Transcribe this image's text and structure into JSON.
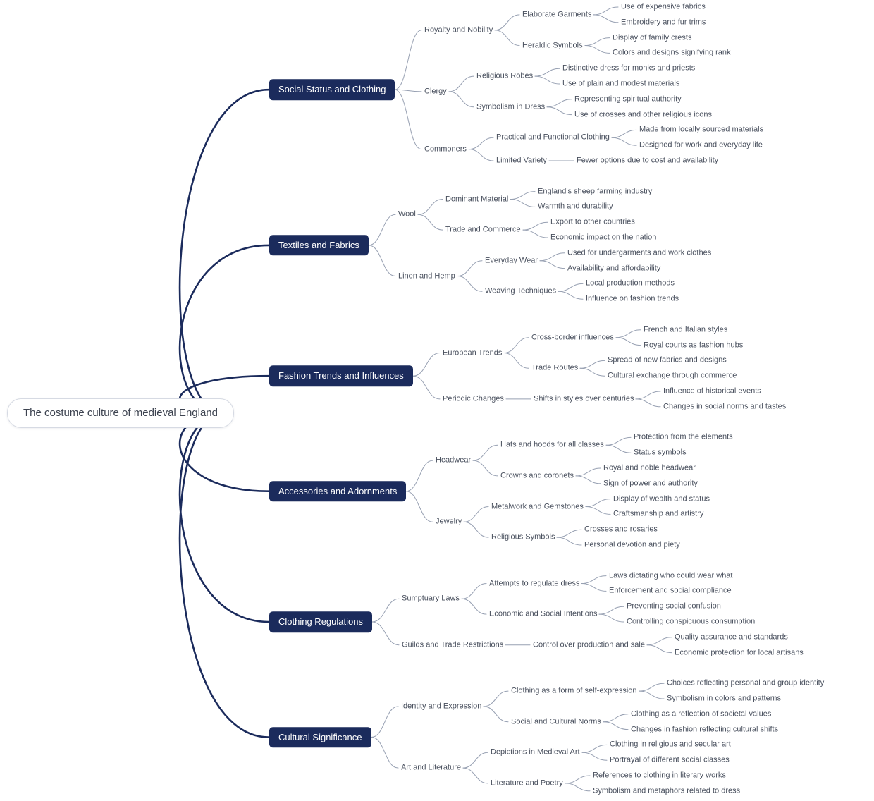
{
  "colors": {
    "background": "#ffffff",
    "branch_bg": "#1b2b5c",
    "branch_text": "#ffffff",
    "root_bg": "#ffffff",
    "root_border": "#d6dae3",
    "root_text": "#3d4350",
    "topic_text": "#49505e",
    "root_link": "#1b2b5c",
    "link": "#97a0b2"
  },
  "root": {
    "label": "The costume culture of medieval England",
    "children": [
      {
        "label": "Social Status and Clothing",
        "children": [
          {
            "label": "Royalty and Nobility",
            "children": [
              {
                "label": "Elaborate Garments",
                "children": [
                  {
                    "label": "Use of expensive fabrics"
                  },
                  {
                    "label": "Embroidery and fur trims"
                  }
                ]
              },
              {
                "label": "Heraldic Symbols",
                "children": [
                  {
                    "label": "Display of family crests"
                  },
                  {
                    "label": "Colors and designs signifying rank"
                  }
                ]
              }
            ]
          },
          {
            "label": "Clergy",
            "children": [
              {
                "label": "Religious Robes",
                "children": [
                  {
                    "label": "Distinctive dress for monks and priests"
                  },
                  {
                    "label": "Use of plain and modest materials"
                  }
                ]
              },
              {
                "label": "Symbolism in Dress",
                "children": [
                  {
                    "label": "Representing spiritual authority"
                  },
                  {
                    "label": "Use of crosses and other religious icons"
                  }
                ]
              }
            ]
          },
          {
            "label": "Commoners",
            "children": [
              {
                "label": "Practical and Functional Clothing",
                "children": [
                  {
                    "label": "Made from locally sourced materials"
                  },
                  {
                    "label": "Designed for work and everyday life"
                  }
                ]
              },
              {
                "label": "Limited Variety",
                "children": [
                  {
                    "label": "Fewer options due to cost and availability"
                  }
                ]
              }
            ]
          }
        ]
      },
      {
        "label": "Textiles and Fabrics",
        "children": [
          {
            "label": "Wool",
            "children": [
              {
                "label": "Dominant Material",
                "children": [
                  {
                    "label": "England's sheep farming industry"
                  },
                  {
                    "label": "Warmth and durability"
                  }
                ]
              },
              {
                "label": "Trade and Commerce",
                "children": [
                  {
                    "label": "Export to other countries"
                  },
                  {
                    "label": "Economic impact on the nation"
                  }
                ]
              }
            ]
          },
          {
            "label": "Linen and Hemp",
            "children": [
              {
                "label": "Everyday Wear",
                "children": [
                  {
                    "label": "Used for undergarments and work clothes"
                  },
                  {
                    "label": "Availability and affordability"
                  }
                ]
              },
              {
                "label": "Weaving Techniques",
                "children": [
                  {
                    "label": "Local production methods"
                  },
                  {
                    "label": "Influence on fashion trends"
                  }
                ]
              }
            ]
          }
        ]
      },
      {
        "label": "Fashion Trends and Influences",
        "children": [
          {
            "label": "European Trends",
            "children": [
              {
                "label": "Cross-border influences",
                "children": [
                  {
                    "label": "French and Italian styles"
                  },
                  {
                    "label": "Royal courts as fashion hubs"
                  }
                ]
              },
              {
                "label": "Trade Routes",
                "children": [
                  {
                    "label": "Spread of new fabrics and designs"
                  },
                  {
                    "label": "Cultural exchange through commerce"
                  }
                ]
              }
            ]
          },
          {
            "label": "Periodic Changes",
            "children": [
              {
                "label": "Shifts in styles over centuries",
                "children": [
                  {
                    "label": "Influence of historical events"
                  },
                  {
                    "label": "Changes in social norms and tastes"
                  }
                ]
              }
            ]
          }
        ]
      },
      {
        "label": "Accessories and Adornments",
        "children": [
          {
            "label": "Headwear",
            "children": [
              {
                "label": "Hats and hoods for all classes",
                "children": [
                  {
                    "label": "Protection from the elements"
                  },
                  {
                    "label": "Status symbols"
                  }
                ]
              },
              {
                "label": "Crowns and coronets",
                "children": [
                  {
                    "label": "Royal and noble headwear"
                  },
                  {
                    "label": "Sign of power and authority"
                  }
                ]
              }
            ]
          },
          {
            "label": "Jewelry",
            "children": [
              {
                "label": "Metalwork and Gemstones",
                "children": [
                  {
                    "label": "Display of wealth and status"
                  },
                  {
                    "label": "Craftsmanship and artistry"
                  }
                ]
              },
              {
                "label": "Religious Symbols",
                "children": [
                  {
                    "label": "Crosses and rosaries"
                  },
                  {
                    "label": "Personal devotion and piety"
                  }
                ]
              }
            ]
          }
        ]
      },
      {
        "label": "Clothing Regulations",
        "children": [
          {
            "label": "Sumptuary Laws",
            "children": [
              {
                "label": "Attempts to regulate dress",
                "children": [
                  {
                    "label": "Laws dictating who could wear what"
                  },
                  {
                    "label": "Enforcement and social compliance"
                  }
                ]
              },
              {
                "label": "Economic and Social Intentions",
                "children": [
                  {
                    "label": "Preventing social confusion"
                  },
                  {
                    "label": "Controlling conspicuous consumption"
                  }
                ]
              }
            ]
          },
          {
            "label": "Guilds and Trade Restrictions",
            "children": [
              {
                "label": "Control over production and sale",
                "children": [
                  {
                    "label": "Quality assurance and standards"
                  },
                  {
                    "label": "Economic protection for local artisans"
                  }
                ]
              }
            ]
          }
        ]
      },
      {
        "label": "Cultural Significance",
        "children": [
          {
            "label": "Identity and Expression",
            "children": [
              {
                "label": "Clothing as a form of self-expression",
                "children": [
                  {
                    "label": "Choices reflecting personal and group identity"
                  },
                  {
                    "label": "Symbolism in colors and patterns"
                  }
                ]
              },
              {
                "label": "Social and Cultural Norms",
                "children": [
                  {
                    "label": "Clothing as a reflection of societal values"
                  },
                  {
                    "label": "Changes in fashion reflecting cultural shifts"
                  }
                ]
              }
            ]
          },
          {
            "label": "Art and Literature",
            "children": [
              {
                "label": "Depictions in Medieval Art",
                "children": [
                  {
                    "label": "Clothing in religious and secular art"
                  },
                  {
                    "label": "Portrayal of different social classes"
                  }
                ]
              },
              {
                "label": "Literature and Poetry",
                "children": [
                  {
                    "label": "References to clothing in literary works"
                  },
                  {
                    "label": "Symbolism and metaphors related to dress"
                  }
                ]
              }
            ]
          }
        ]
      }
    ]
  }
}
